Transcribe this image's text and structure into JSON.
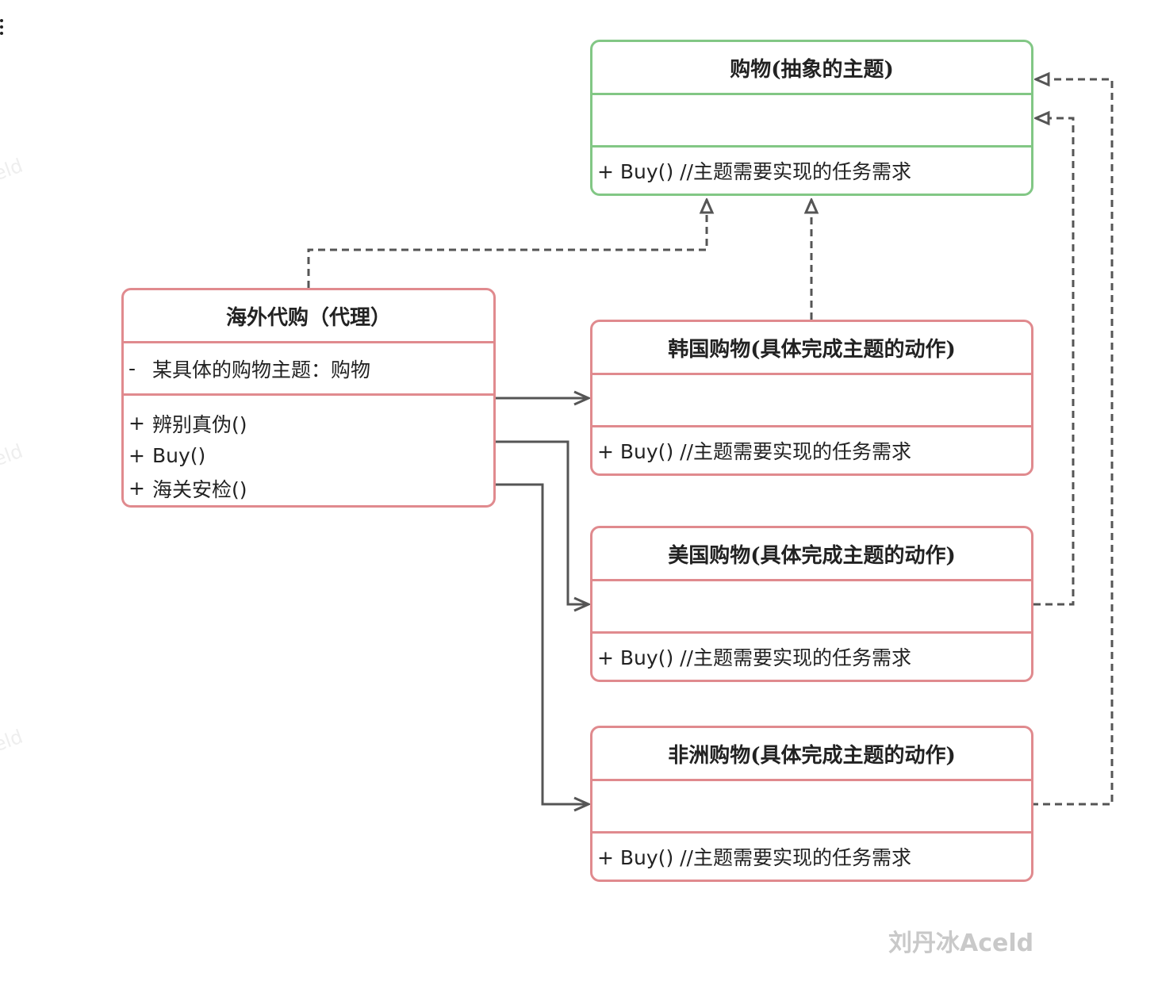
{
  "classes": {
    "abstract": {
      "title": "购物(抽象的主题)",
      "method": "+ Buy() //主题需要实现的任务需求"
    },
    "proxy": {
      "title": "海外代购（代理）",
      "attribute": {
        "vis": "-",
        "text": "某具体的购物主题：购物"
      },
      "methods": [
        {
          "vis": "+",
          "text": "辨别真伪()"
        },
        {
          "vis": "+",
          "text": "Buy()"
        },
        {
          "vis": "+",
          "text": "海关安检()"
        }
      ]
    },
    "korea": {
      "title": "韩国购物(具体完成主题的动作)",
      "method": "+ Buy() //主题需要实现的任务需求"
    },
    "usa": {
      "title": "美国购物(具体完成主题的动作)",
      "method": "+ Buy() //主题需要实现的任务需求"
    },
    "africa": {
      "title": "非洲购物(具体完成主题的动作)",
      "method": "+ Buy() //主题需要实现的任务需求"
    }
  },
  "watermark": "刘丹冰Aceld",
  "edge_watermark": "eld",
  "colors": {
    "interface_border": "#82c785",
    "class_border": "#e08a8e",
    "connector": "#555555"
  }
}
